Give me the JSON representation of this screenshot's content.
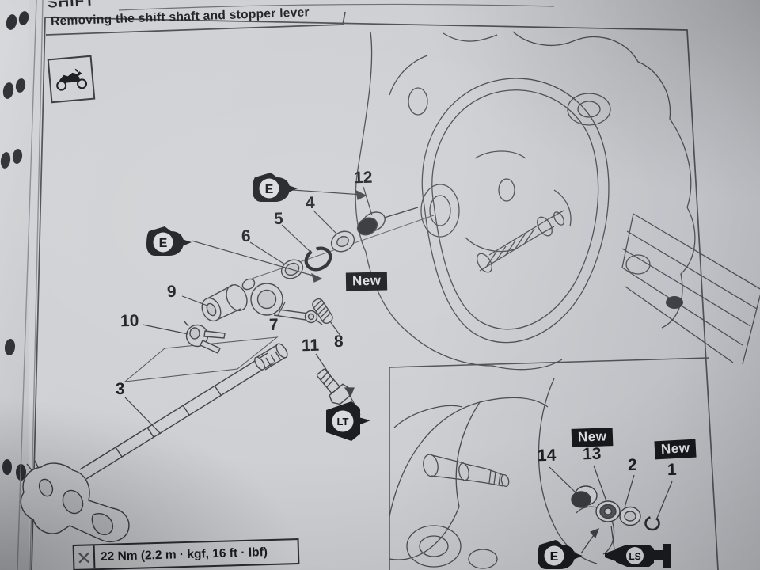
{
  "page": {
    "top_heading_fragment": "SHIFT",
    "diagram_title": "Removing the shift shaft and stopper lever",
    "torque_spec": "22 Nm (2.2 m · kgf, 16 ft · lbf)"
  },
  "labels": {
    "new": "New",
    "engine_oil": "E",
    "threadlocker": "LT",
    "grease": "LS"
  },
  "callouts": {
    "n1": "1",
    "n2": "2",
    "n3": "3",
    "n4": "4",
    "n5": "5",
    "n6": "6",
    "n7": "7",
    "n8": "8",
    "n9": "9",
    "n10": "10",
    "n11": "11",
    "n12": "12",
    "n13": "13",
    "n14": "14"
  }
}
